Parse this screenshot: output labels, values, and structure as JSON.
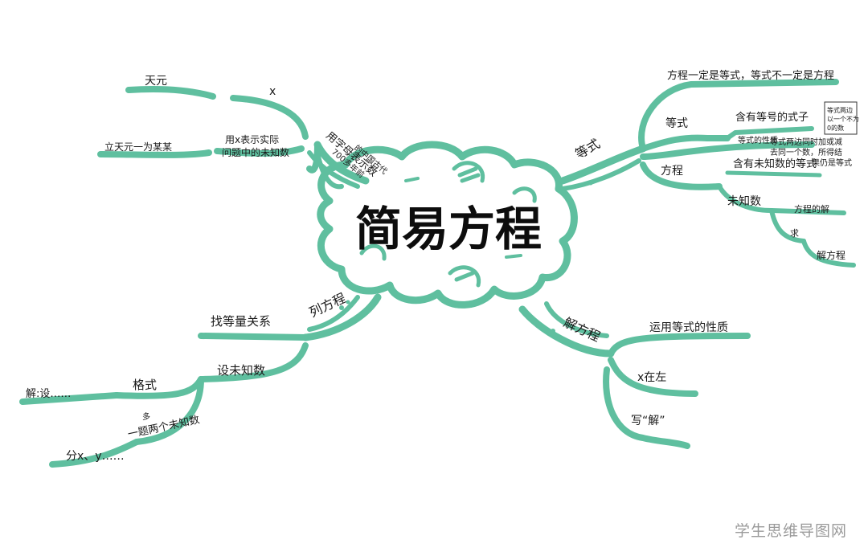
{
  "title": "简易方程",
  "watermark": "学生思维导图网",
  "accent_color": "#5fbf9f",
  "accent_dark": "#2f8f70",
  "branches": {
    "equation": {
      "label": "等式",
      "statement": "方程一定是等式，等式不一定是方程",
      "dengshi": {
        "label": "等式",
        "definition": "含有等号的式子",
        "property_tag": "等式的性质",
        "property": [
          "等式两边同时加或减",
          "去同一个数，所得结",
          "果仍是等式"
        ],
        "side_note": [
          "等式两边",
          "以一个不为",
          "0的数"
        ]
      },
      "fangcheng": {
        "label": "方程",
        "definition": "含有未知数的等式"
      },
      "weizhishu": {
        "label": "未知数",
        "jie": "方程的解",
        "qiu": "求",
        "jiefangcheng": "解方程"
      }
    },
    "solve": {
      "label": "解方程",
      "rule": "运用等式的性质",
      "x_left": "x在左",
      "write_jie": "写“解”"
    },
    "lie": {
      "label": "列方程",
      "find": "找等量关系",
      "set": "设未知数",
      "format": {
        "label": "格式",
        "example": "解:设……"
      },
      "multi": {
        "label": "一题两个未知数",
        "note": "多",
        "example": "分x、y……"
      }
    },
    "letters": {
      "label": "用字母表示数",
      "x_use": [
        "用x表示实际",
        "问题中的未知数"
      ],
      "x": "x",
      "tianyuan": "天元",
      "li_tianyuan": "立天元一为某某",
      "origin": [
        "700多年前",
        "的中国古代"
      ]
    }
  }
}
